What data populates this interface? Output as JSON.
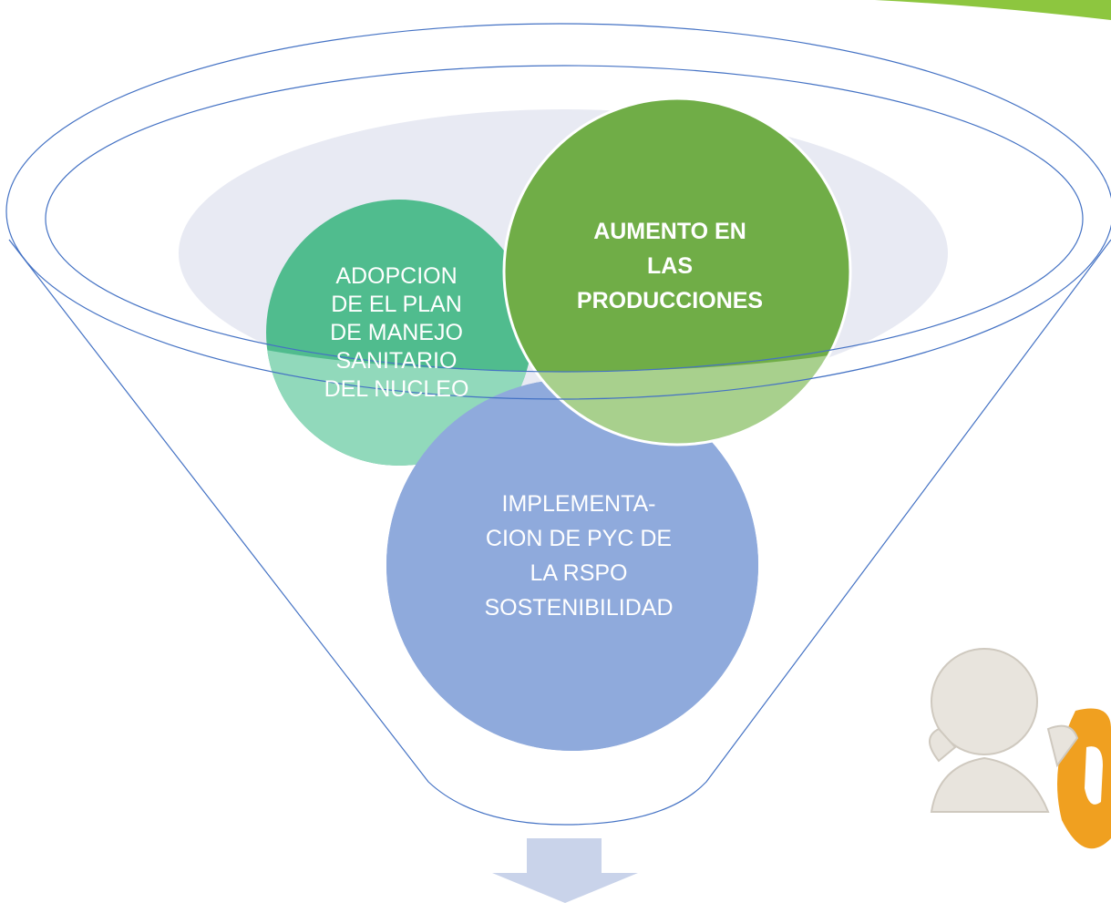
{
  "diagram": {
    "circles": [
      {
        "id": "adopcion",
        "lines": [
          "ADOPCION",
          "DE EL PLAN",
          "DE MANEJO",
          "SANITARIO",
          "DEL NUCLEO"
        ],
        "color": "#50BC8E",
        "bold": false
      },
      {
        "id": "aumento",
        "lines": [
          "AUMENTO EN",
          "LAS",
          "PRODUCCIONES"
        ],
        "color": "#70AD47",
        "bold": true
      },
      {
        "id": "implementacion",
        "lines": [
          "IMPLEMENTA-",
          "CION DE PYC DE",
          "LA RSPO",
          "SOSTENIBILIDAD"
        ],
        "color": "#8FAADC",
        "bold": false
      }
    ],
    "colors": {
      "funnel_stroke": "#4472C4",
      "funnel_inner_fill": "#E8EAF3",
      "arrow_fill": "#C9D3EA",
      "header_bar": "#8DC63F"
    }
  }
}
